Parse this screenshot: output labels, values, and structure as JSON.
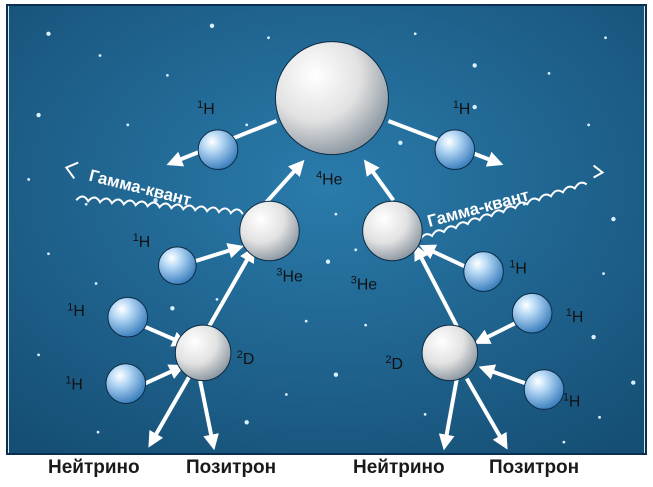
{
  "labels": {
    "h1": "1H",
    "he4": "4He",
    "he3": "3He",
    "d2": "2D",
    "gamma": "Гамма-квант",
    "neutrino": "Нейтрино",
    "positron": "Позитрон"
  },
  "colors": {
    "space": "#1d5f86",
    "proton": "#79b4e3",
    "nucleus": "#e9e9e9",
    "arrow": "#ffffff",
    "text": "#111111"
  }
}
